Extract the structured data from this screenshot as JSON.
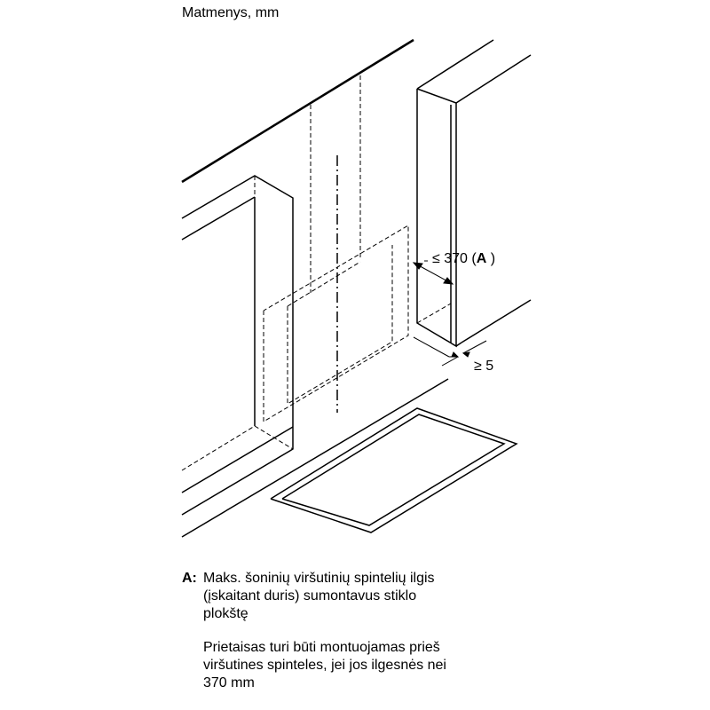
{
  "title": "Matmenys, mm",
  "dimensions": {
    "depth_label_prefix": "≤ 370 (",
    "depth_label_key": "A",
    "depth_label_suffix": " )",
    "gap_label": "≥ 5"
  },
  "notes": {
    "key": "A:",
    "lines_1": [
      "Maks. šoninių viršutinių spintelių ilgis",
      "(įskaitant duris) sumontavus stiklo",
      "plokštę"
    ],
    "lines_2": [
      "Prietaisas turi būti montuojamas prieš",
      "viršutines spinteles, jei jos ilgesnės nei",
      "370 mm"
    ]
  }
}
